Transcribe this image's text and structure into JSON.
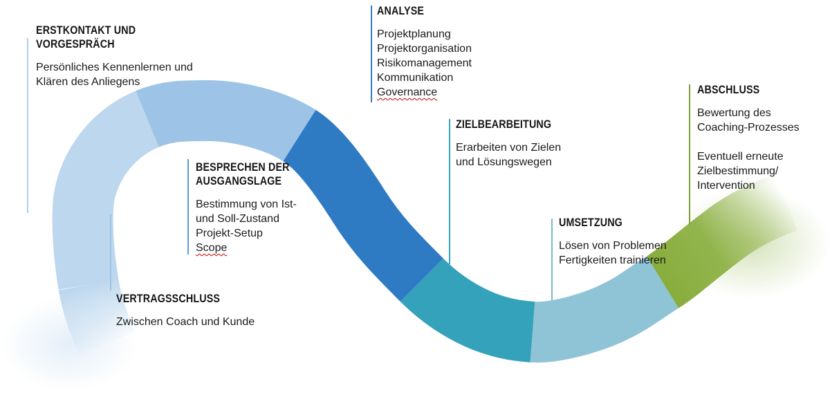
{
  "colors": {
    "pale": "#bdd7ee",
    "lightMedium": "#9dc3e6",
    "strong": "#2e7bc4",
    "teal": "#35a2bc",
    "lightTeal": "#8fc3d6",
    "green": "#88ad3c",
    "marker1": "#aecfe8",
    "marker2": "#5b9bd5",
    "marker3": "#9dc3e6",
    "marker4": "#2e7bc4",
    "marker5": "#35a2bc",
    "marker6": "#7ab8cf",
    "marker7": "#7d9c35",
    "underline": "#c00000"
  },
  "stages": [
    {
      "title": "ERSTKONTAKT UND\nVORGESPRÄCH",
      "body": "Persönliches Kennenlernen und\nKlären des Anliegens"
    },
    {
      "title": "BESPRECHEN DER\nAUSGANGSLAGE",
      "body": "Bestimmung von Ist-\nund Soll-Zustand\nProjekt-Setup",
      "underlined": "Scope"
    },
    {
      "title": "VERTRAGSSCHLUSS",
      "body": "Zwischen Coach und Kunde"
    },
    {
      "title": "ANALYSE",
      "body": "Projektplanung\nProjektorganisation\nRisikomanagement\nKommunikation",
      "underlined": "Governance"
    },
    {
      "title": "ZIELBEARBEITUNG",
      "body": "Erarbeiten von Zielen\nund Lösungswegen"
    },
    {
      "title": "UMSETZUNG",
      "body": "Lösen von Problemen\nFertigkeiten trainieren"
    },
    {
      "title": "ABSCHLUSS",
      "body": "Bewertung des\nCoaching-Prozesses",
      "body2": "Eventuell erneute\nZielbestimmung/\nIntervention"
    }
  ]
}
